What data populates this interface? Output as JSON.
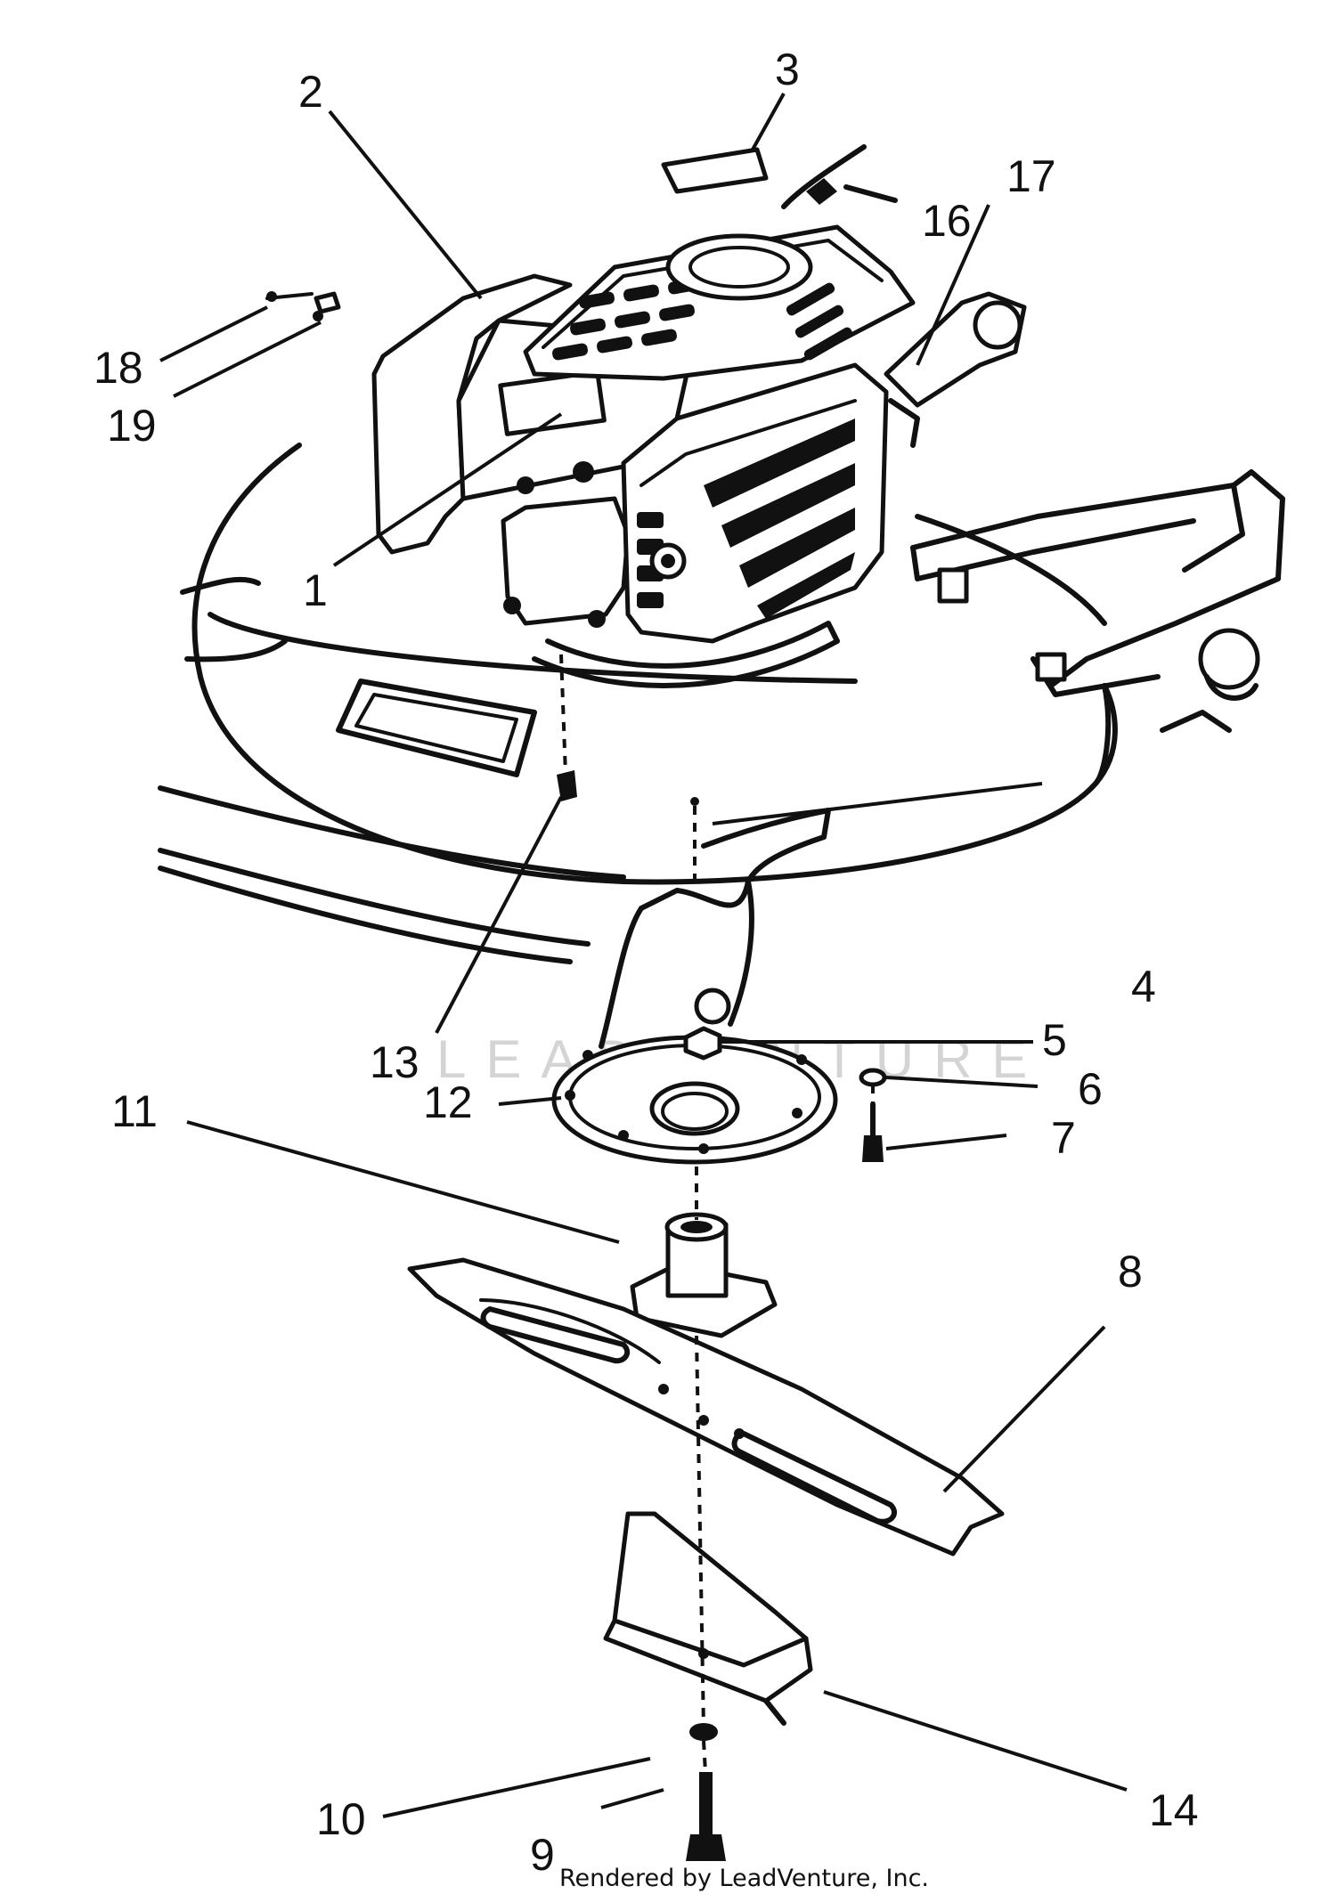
{
  "diagram": {
    "callouts": [
      "1",
      "2",
      "3",
      "4",
      "5",
      "6",
      "7",
      "8",
      "9",
      "10",
      "11",
      "12",
      "13",
      "14",
      "16",
      "17",
      "18",
      "19"
    ],
    "credit": "Rendered by LeadVenture, Inc.",
    "watermark": "LEADVENTURE"
  }
}
